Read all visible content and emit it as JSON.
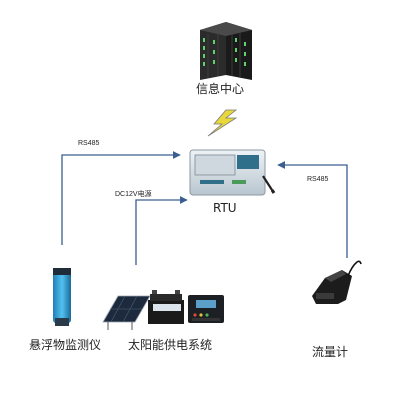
{
  "nodes": {
    "info_center": {
      "label": "信息中心",
      "icon": "server-rack-icon"
    },
    "rtu": {
      "label": "RTU",
      "icon": "rtu-device-icon"
    },
    "suspended_solids_meter": {
      "label": "悬浮物监测仪",
      "icon": "probe-sensor-icon"
    },
    "solar_power_system": {
      "label": "太阳能供电系统",
      "icon": "solar-panel-battery-controller-icon"
    },
    "flow_meter": {
      "label": "流量计",
      "icon": "flow-meter-icon"
    }
  },
  "links": {
    "wireless": {
      "icon": "lightning-icon"
    },
    "left_rs485": {
      "label": "RS485"
    },
    "right_rs485": {
      "label": "RS485"
    },
    "power": {
      "label": "DC12V电源"
    }
  },
  "colors": {
    "connector": "#3a5f8f",
    "lightning": "#e8d83a",
    "probe": "#2a9ad6"
  }
}
